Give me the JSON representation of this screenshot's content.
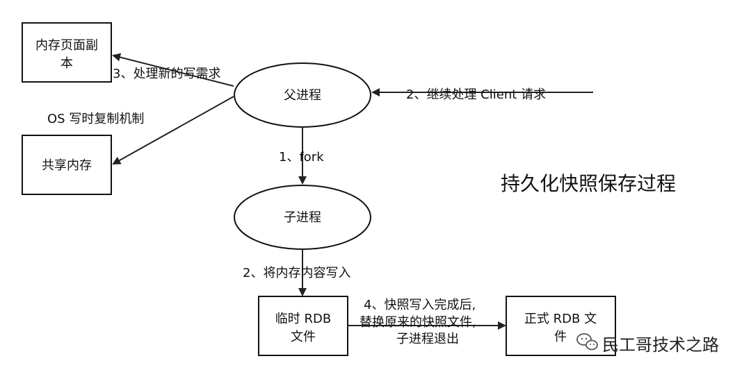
{
  "diagram": {
    "title": "持久化快照保存过程",
    "nodes": {
      "page_copy": [
        "内存页面副",
        "本"
      ],
      "shared_mem": [
        "共享内存"
      ],
      "parent": [
        "父进程"
      ],
      "child": [
        "子进程"
      ],
      "temp_rdb": [
        "临时 RDB",
        "文件"
      ],
      "final_rdb": [
        "正式 RDB 文",
        "件"
      ]
    },
    "edges": {
      "write_req": "3、处理新的写需求",
      "cow": "OS 写时复制机制",
      "client": "2、继续处理 Client 请求",
      "fork": "1、fork",
      "write_mem": "2、将内存内容写入",
      "replace": [
        "4、快照写入完成后,",
        "替换原来的快照文件,",
        "子进程退出"
      ]
    }
  },
  "watermark": {
    "icon": "wechat-icon",
    "text": "民工哥技术之路"
  }
}
